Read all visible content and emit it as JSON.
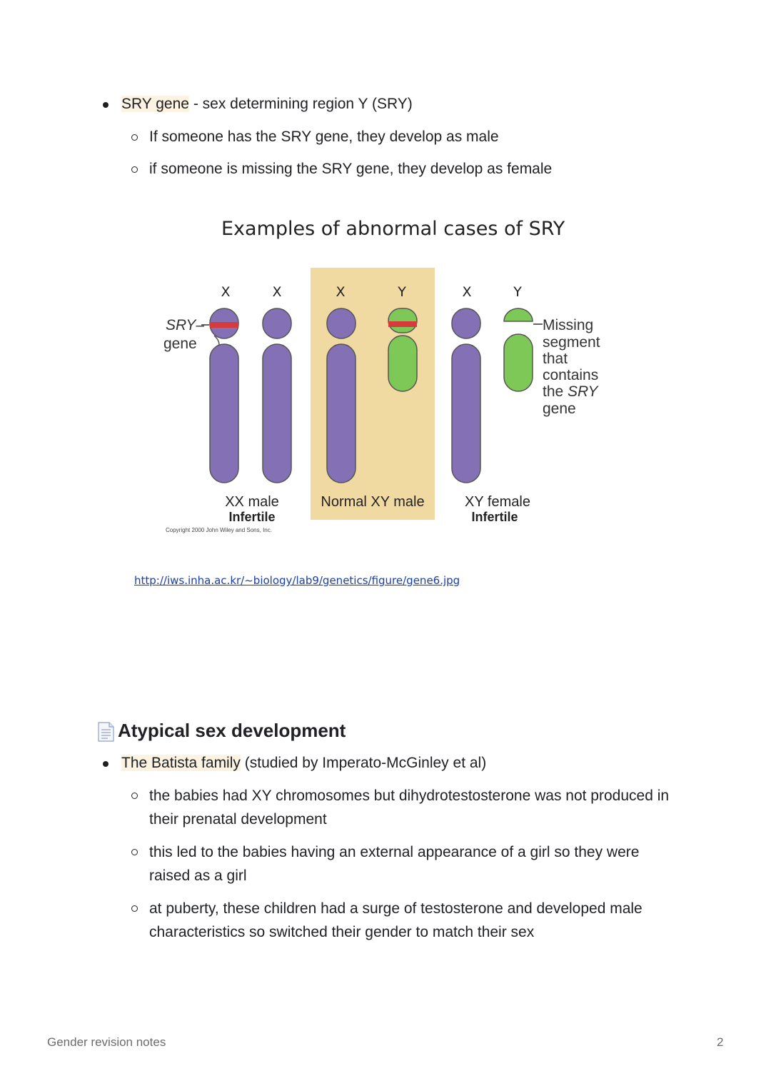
{
  "section1": {
    "bullet_highlight": "SRY gene",
    "bullet_rest": " - sex determining region Y (SRY)",
    "sub1": "If someone has the SRY gene, they develop as male",
    "sub2": "if someone is missing the SRY gene, they develop as female"
  },
  "figure": {
    "title": "Examples of abnormal cases of SRY",
    "sry_label_line1": "SRY–",
    "sry_label_line2": "gene",
    "chrom_labels": [
      "X",
      "X",
      "X",
      "Y",
      "X",
      "Y"
    ],
    "missing_label": [
      "Missing",
      "segment",
      "that",
      "contains",
      "the",
      "SRY",
      "gene"
    ],
    "case1_line1": "XX male",
    "case1_line2": "Infertile",
    "case2_line1": "Normal XY male",
    "case3_line1": "XY female",
    "case3_line2": "Infertile",
    "copyright": "Copyright 2000 John Wiley and Sons, Inc.",
    "colors": {
      "purple": "#8470b4",
      "green": "#7ec857",
      "red": "#d63a3a",
      "highlight_bg": "#f1d9a2"
    }
  },
  "source_link": "http://iws.inha.ac.kr/~biology/lab9/genetics/figure/gene6.jpg",
  "section2": {
    "icon": "document-icon",
    "heading": "Atypical sex development",
    "bullet_highlight": "The Batista family",
    "bullet_rest": " (studied by Imperato-McGinley et al)",
    "sub1": "the babies had XY chromosomes but dihydrotestosterone was not produced in their prenatal development",
    "sub2": "this led to the babies having an external appearance of a girl so they were raised as a girl",
    "sub3": "at puberty, these children had a surge of testosterone and developed male characteristics so switched their gender to match their sex"
  },
  "footer": {
    "title": "Gender revision notes",
    "page_number": "2"
  }
}
